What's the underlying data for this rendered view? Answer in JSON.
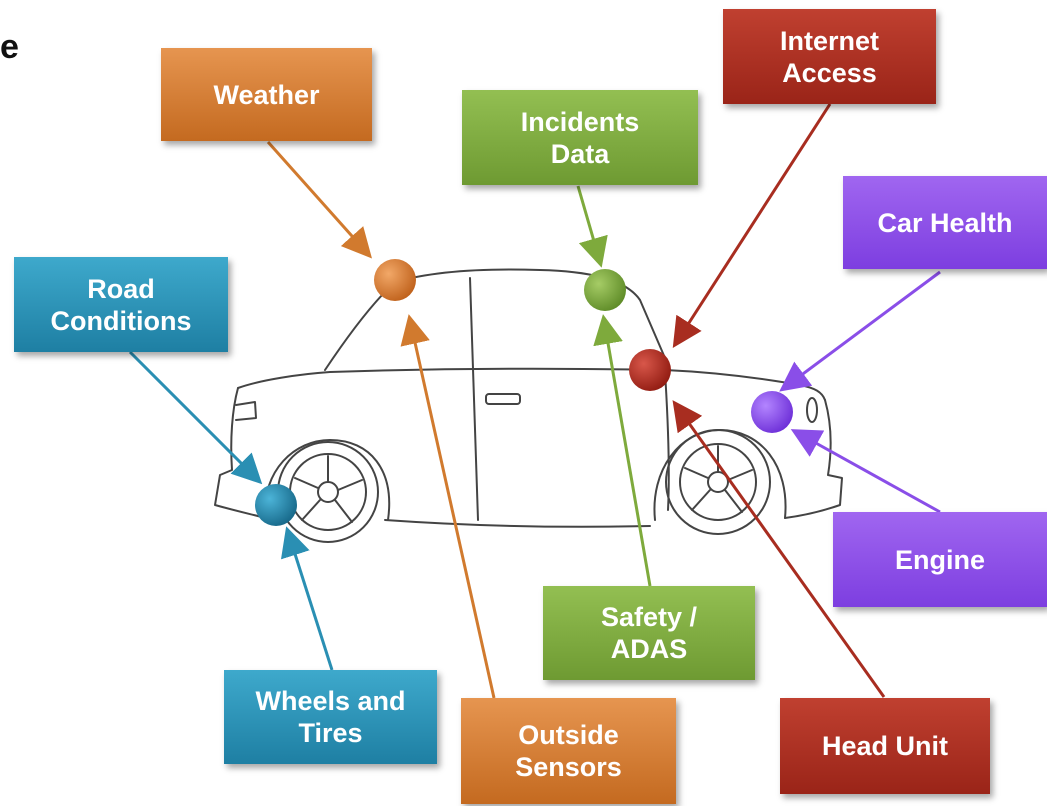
{
  "fragment_text": "e",
  "labels": {
    "weather": "Weather",
    "internet_access": "Internet\nAccess",
    "incidents_data": "Incidents\nData",
    "car_health": "Car Health",
    "road_conditions": "Road\nConditions",
    "engine": "Engine",
    "safety_adas": "Safety /\nADAS",
    "wheels_and_tires": "Wheels and\nTires",
    "outside_sensors": "Outside\nSensors",
    "head_unit": "Head Unit"
  },
  "colors": {
    "orange": "#d17a2e",
    "green": "#7eaa3c",
    "red": "#a82d20",
    "blue": "#2a8fb3",
    "purple": "#8a4ee8",
    "car_outline": "#444444"
  }
}
